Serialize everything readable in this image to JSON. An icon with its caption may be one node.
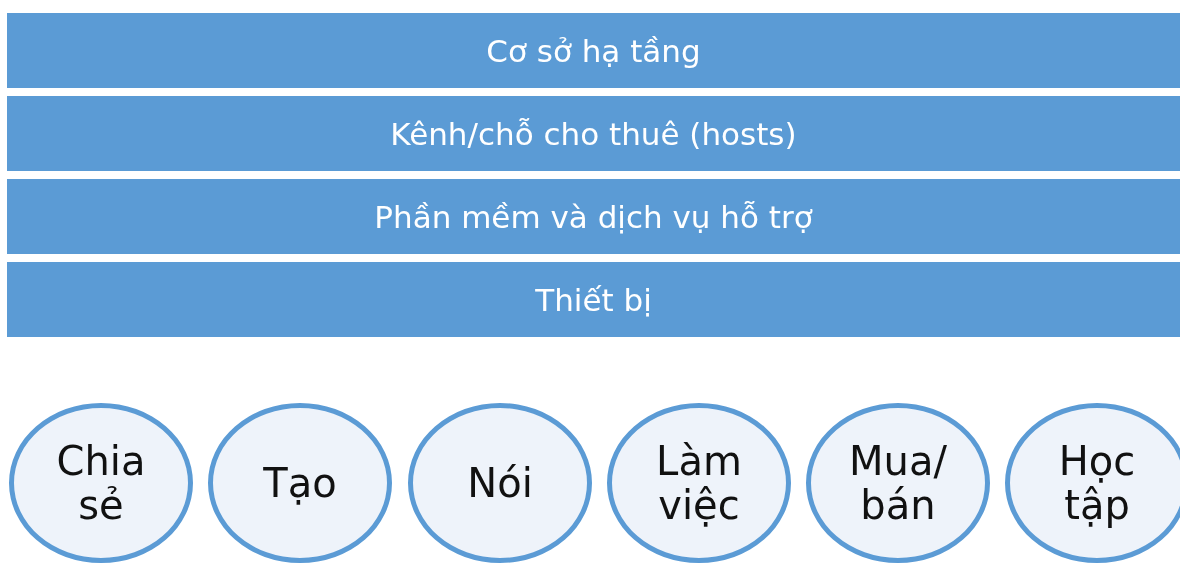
{
  "diagram": {
    "nodes": [
      {
        "text": [
          "Cơ sở hạ tầng"
        ]
      },
      {
        "text": [
          "Kênh/chỗ cho thuê (hosts)"
        ]
      },
      {
        "text": [
          "Phần mềm và dịch vụ hỗ trợ"
        ]
      },
      {
        "text": [
          "Thiết bị"
        ]
      },
      {
        "text": [
          "Chia sẻ"
        ]
      },
      {
        "text": [
          "Tạo"
        ]
      },
      {
        "text": [
          "Nói"
        ]
      },
      {
        "text": [
          "Làm việc"
        ]
      },
      {
        "text": [
          "Mua/ bán"
        ]
      },
      {
        "text": [
          "Học tập"
        ]
      }
    ]
  }
}
